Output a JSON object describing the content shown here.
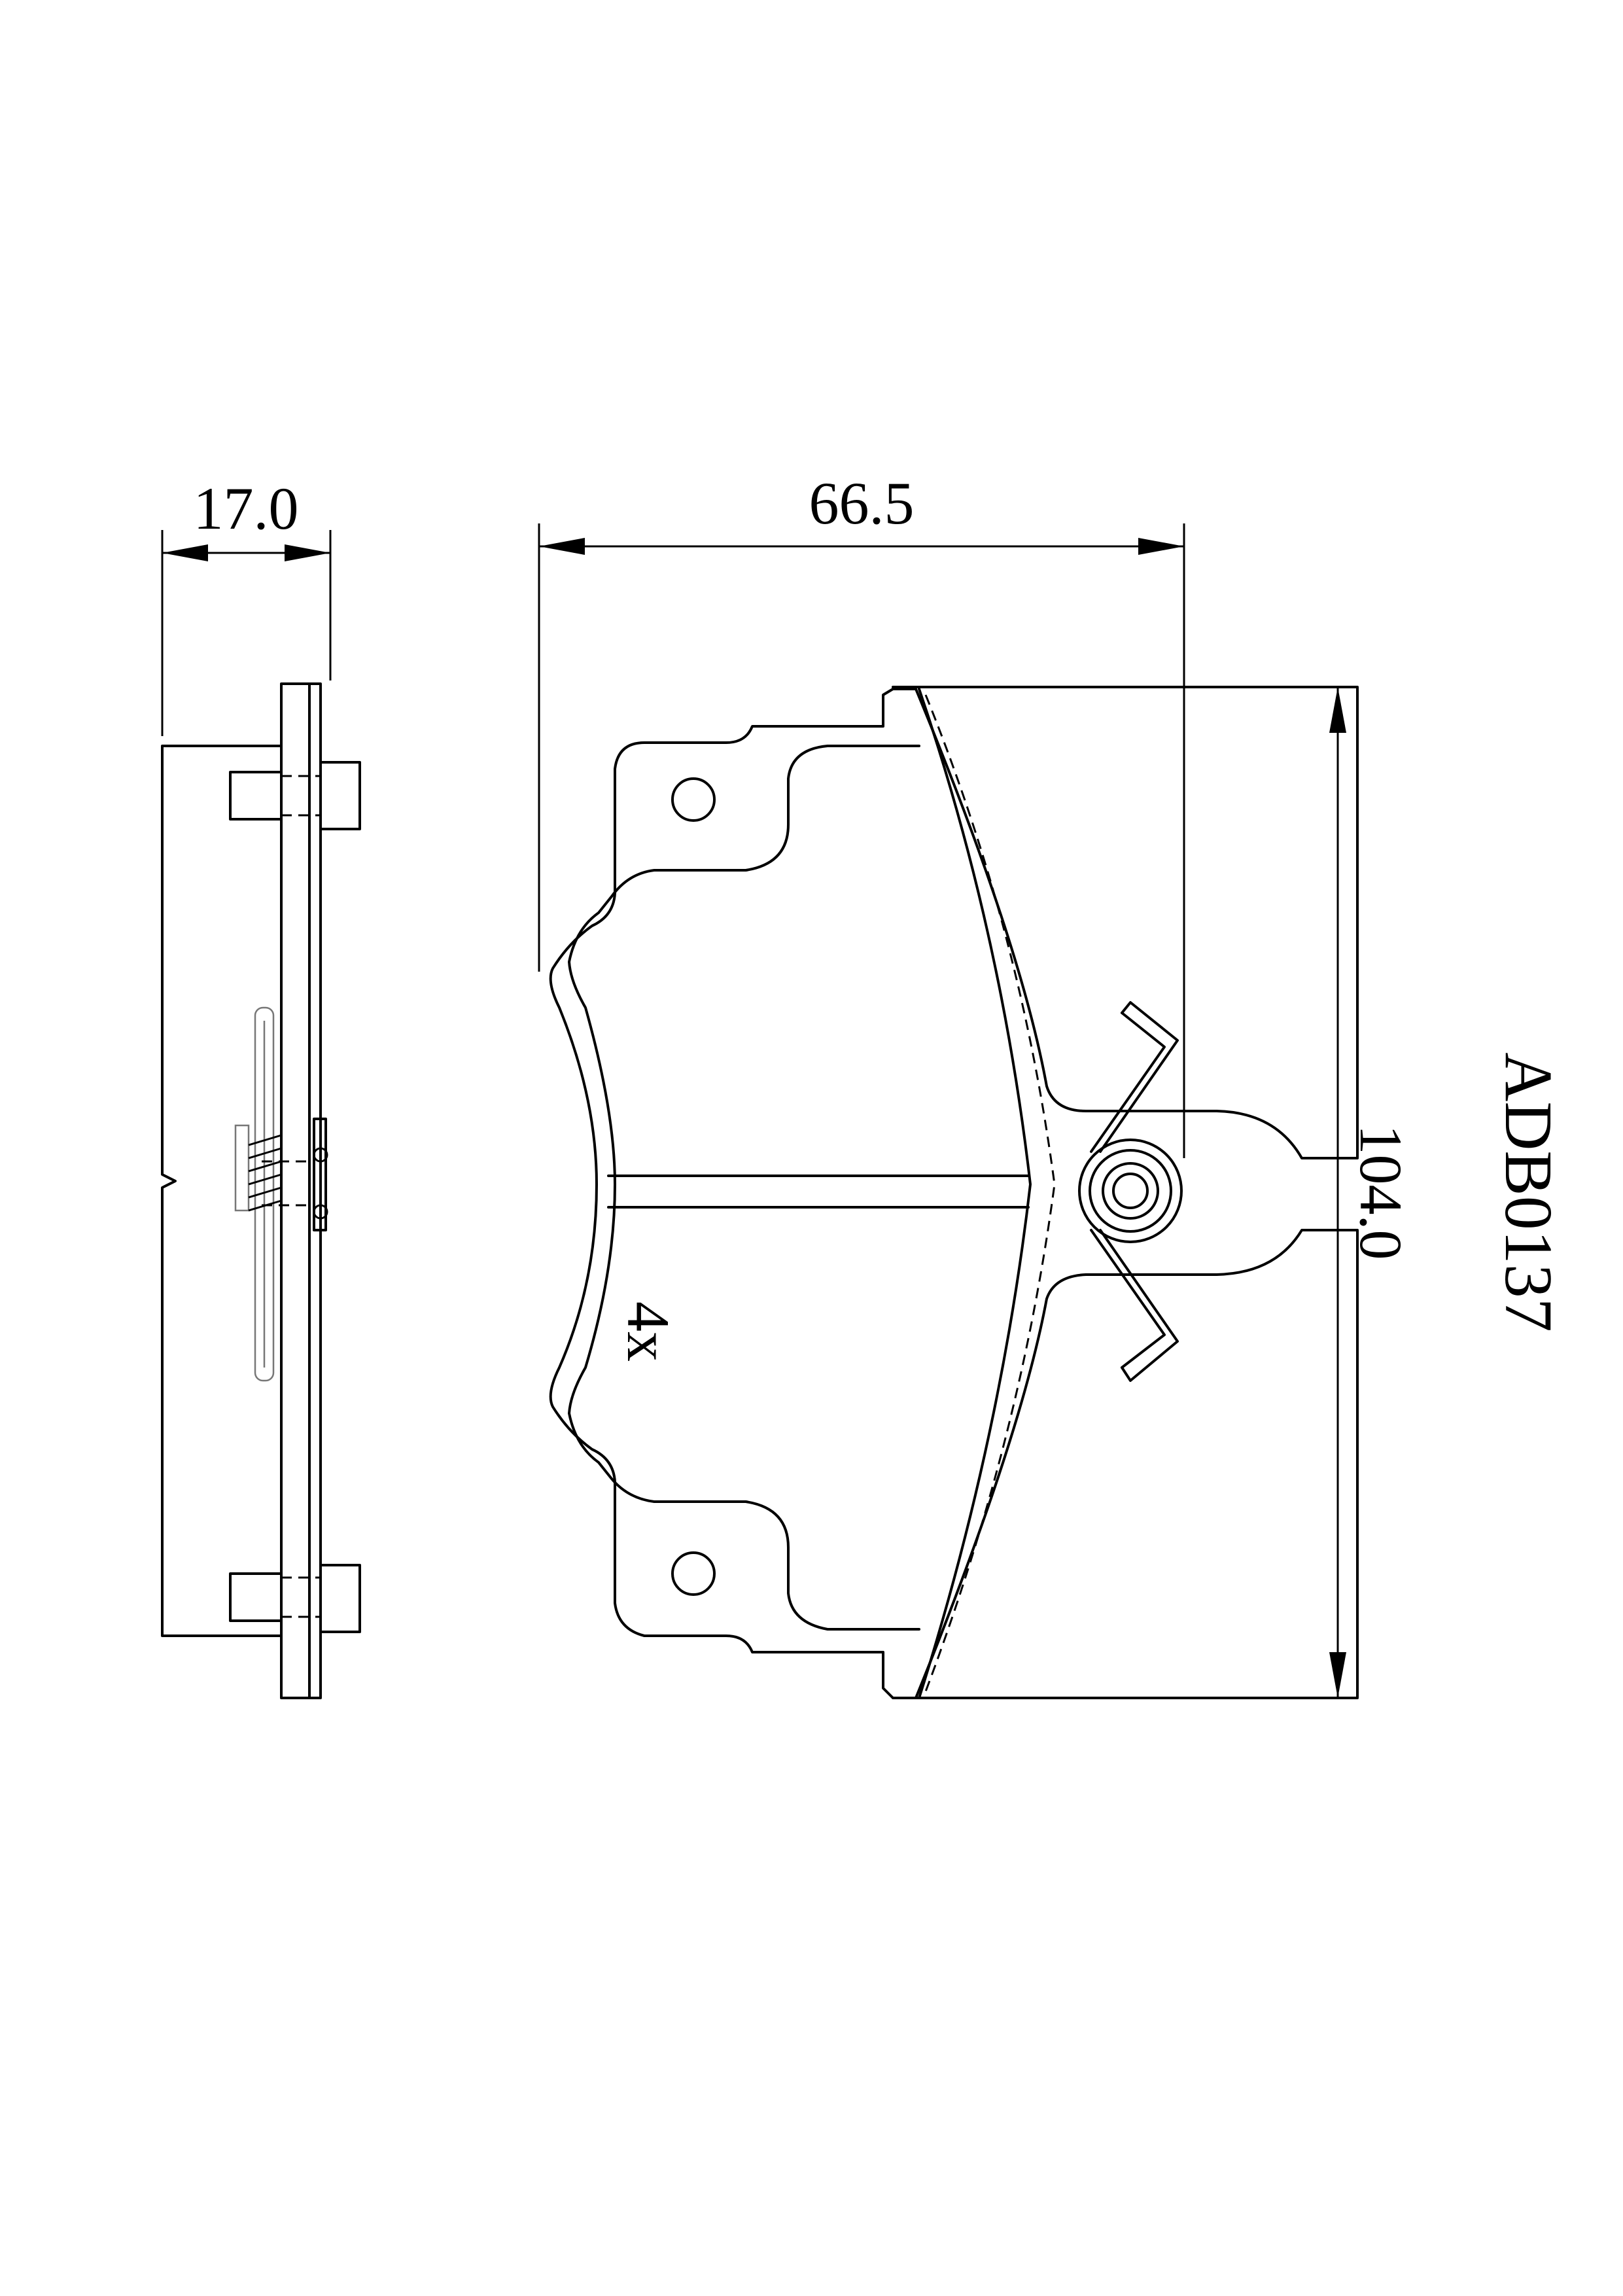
{
  "drawing": {
    "part_number": "ADB0137",
    "quantity_label": "4x"
  },
  "dimensions": {
    "thickness": "17.0",
    "width": "66.5",
    "height": "104.0"
  }
}
